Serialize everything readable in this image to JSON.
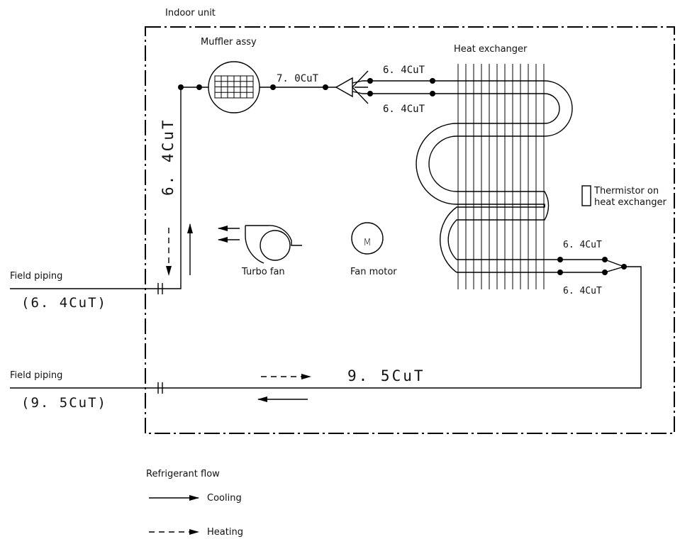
{
  "labels": {
    "indoor_unit": "Indoor unit",
    "muffler": "Muffler assy",
    "heat_exchanger": "Heat exchanger",
    "thermistor_line1": "Thermistor on",
    "thermistor_line2": "heat exchanger",
    "turbo_fan": "Turbo fan",
    "fan_motor": "Fan motor",
    "motor_letter": "M",
    "field_piping_top": "Field piping",
    "field_piping_top_size": "(6. 4CuT)",
    "field_piping_bottom": "Field piping",
    "field_piping_bottom_size": "(9. 5CuT)"
  },
  "pipe_sizes": {
    "vertical_left": "6. 4CuT",
    "muffler_outlet": "7. 0CuT",
    "hx_inlet_top": "6. 4CuT",
    "hx_inlet_bottom": "6. 4CuT",
    "hx_outlet_top": "6. 4CuT",
    "hx_outlet_bottom": "6. 4CuT",
    "gas_line": "9. 5CuT"
  },
  "legend": {
    "title": "Refrigerant flow",
    "cooling": "Cooling",
    "heating": "Heating"
  }
}
